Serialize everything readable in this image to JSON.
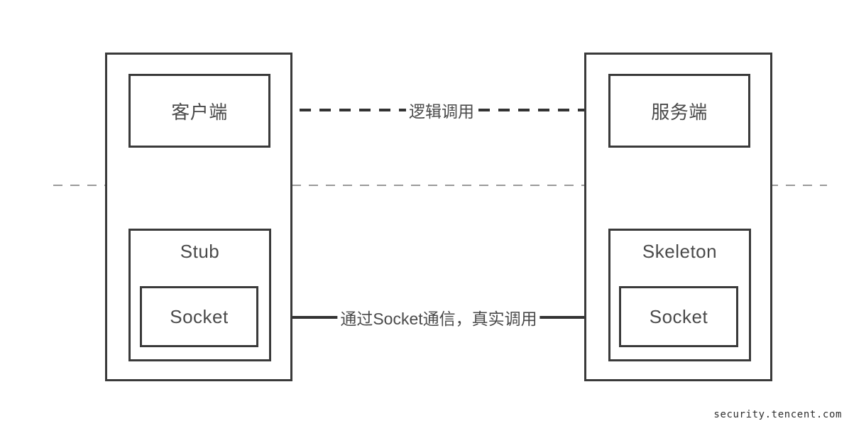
{
  "diagram": {
    "title": "RPC Stub/Skeleton Socket communication diagram",
    "colors": {
      "box_stroke": "#3a3a3a",
      "text": "#4a4a4a",
      "arrow": "#333333",
      "divider": "#9a9a9a",
      "background": "#ffffff"
    },
    "left_group": {
      "name": "client-side",
      "client": {
        "label": "客户端"
      },
      "stub": {
        "label": "Stub"
      },
      "stub_socket": {
        "label": "Socket"
      }
    },
    "right_group": {
      "name": "server-side",
      "server": {
        "label": "服务端"
      },
      "skeleton": {
        "label": "Skeleton"
      },
      "skeleton_socket": {
        "label": "Socket"
      }
    },
    "connectors": {
      "logic_call": {
        "label": "逻辑调用",
        "style": "dashed",
        "direction": "bidirectional"
      },
      "socket_call": {
        "label": "通过Socket通信，真实调用",
        "style": "solid",
        "direction": "bidirectional"
      },
      "client_stub_link": {
        "style": "solid",
        "direction": "bidirectional"
      },
      "server_skeleton_link": {
        "style": "solid",
        "direction": "bidirectional"
      },
      "layer_divider": {
        "style": "dashed",
        "orientation": "horizontal"
      }
    }
  },
  "watermark": {
    "text": "security.tencent.com"
  }
}
